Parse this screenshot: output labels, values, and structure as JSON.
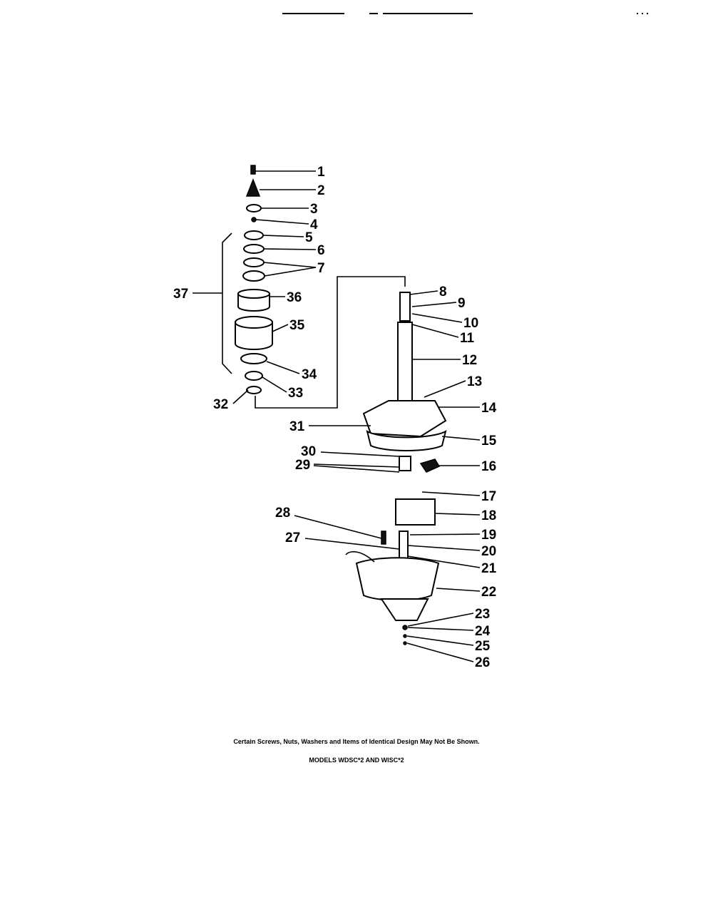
{
  "diagram": {
    "labels": [
      "1",
      "2",
      "3",
      "4",
      "5",
      "6",
      "7",
      "8",
      "9",
      "10",
      "11",
      "12",
      "13",
      "14",
      "15",
      "16",
      "17",
      "18",
      "19",
      "20",
      "21",
      "22",
      "23",
      "24",
      "25",
      "26",
      "27",
      "28",
      "29",
      "30",
      "31",
      "32",
      "33",
      "34",
      "35",
      "36",
      "37"
    ]
  },
  "notes": {
    "disclaimer": "Certain Screws, Nuts, Washers and Items of Identical Design May Not Be Shown.",
    "models": "MODELS WDSC*2 AND WISC*2"
  }
}
